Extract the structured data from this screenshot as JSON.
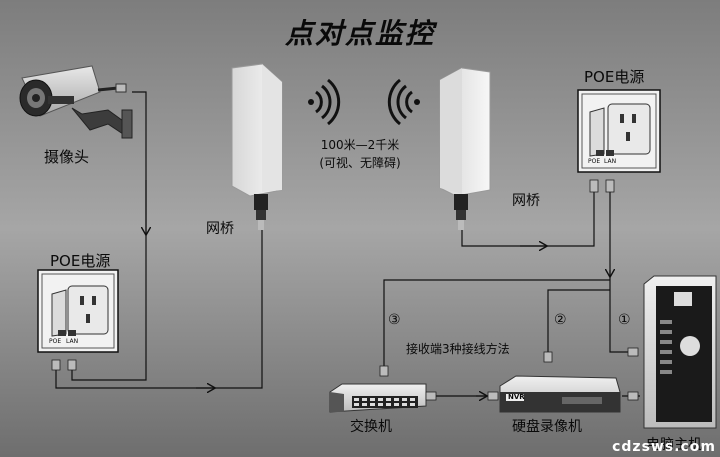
{
  "title": "点对点监控",
  "labels": {
    "camera": "摄像头",
    "poe_left": "POE电源",
    "poe_right": "POE电源",
    "bridge_left": "网桥",
    "bridge_right": "网桥",
    "distance_line1": "100米—2千米",
    "distance_line2": "(可视、无障碍)",
    "receive_methods": "接收端3种接线方法",
    "switch": "交换机",
    "nvr": "硬盘录像机",
    "pc": "电脑主机"
  },
  "poe_port_labels": [
    "POE",
    "LAN"
  ],
  "nvr_badge": "NVR",
  "methods": [
    "①",
    "②",
    "③"
  ],
  "watermark": "cdzsws.com"
}
